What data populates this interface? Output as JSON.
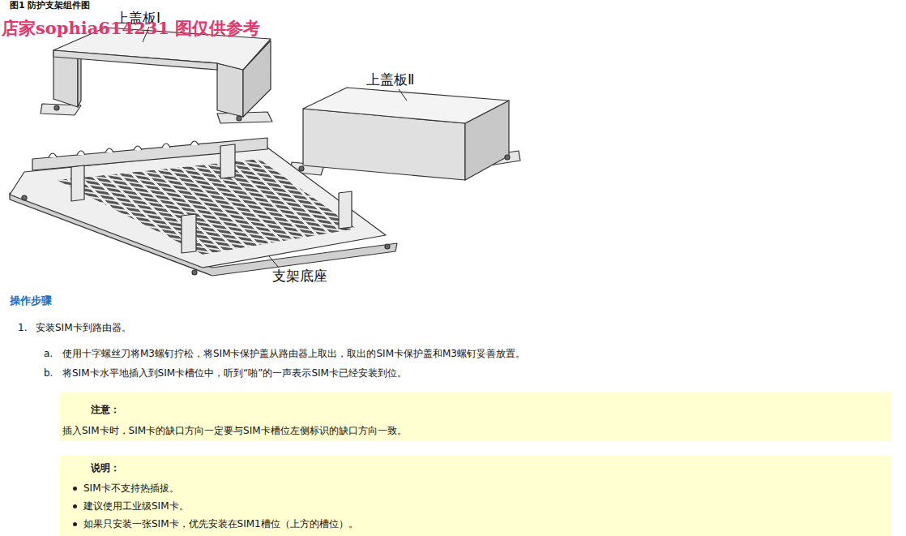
{
  "diagram": {
    "title": "图1 防护支架组件图",
    "nodes": [
      {
        "text": [
          "注意：",
          "插入SIM卡时，SIM卡的缺口方向一定要与SIM卡槽位左侧标识的缺口方向一致。"
        ]
      },
      {
        "text": [
          "说明：",
          "SIM卡不支持热插拔。",
          "建议使用工业级SIM卡。",
          "如果只安装一张SIM卡，优先安装在SIM1槽位（上方的槽位）。"
        ]
      }
    ],
    "labels": [
      "上盖板Ⅰ",
      "上盖板Ⅱ",
      "支架底座",
      "店家sophia614231 图仅供参考",
      "操作步骤",
      "1.",
      "安装SIM卡到路由器。",
      "a.",
      "使用十字螺丝刀将M3螺钉拧松，将SIM卡保护盖从路由器上取出，取出的SIM卡保护盖和M3螺钉妥善放置。",
      "b.",
      "将SIM卡水平地插入到SIM卡槽位中，听到“啪”的一声表示SIM卡已经安装到位。"
    ]
  }
}
